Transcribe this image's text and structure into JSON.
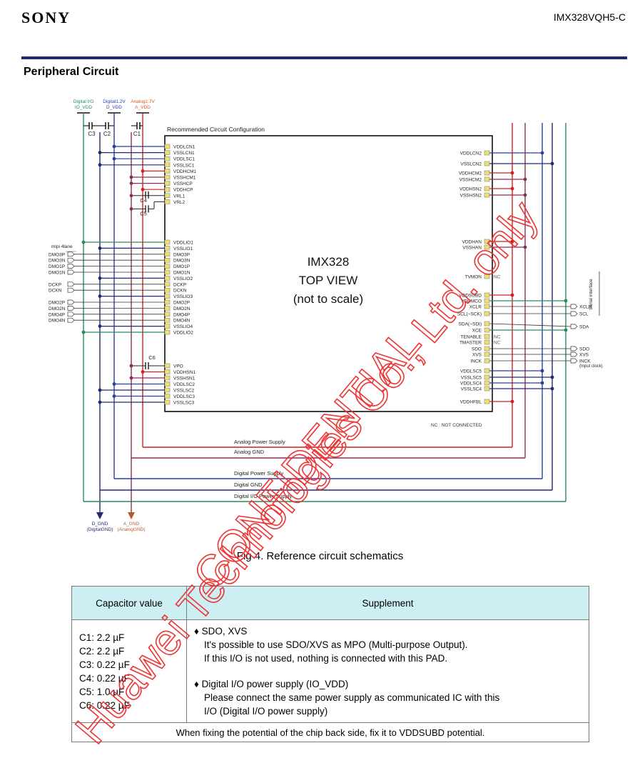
{
  "header": {
    "logo": "SONY",
    "doc_id": "IMX328VQH5-C",
    "section_title": "Peripheral Circuit"
  },
  "schematic": {
    "supply_labels": {
      "io": [
        "Digital I/O",
        "IO_VDD"
      ],
      "d": [
        "Digital1.2V",
        "D_VDD"
      ],
      "a": [
        "Analog2.7V",
        "A_VDD"
      ]
    },
    "capacitors": [
      "C3",
      "C2",
      "C1",
      "C4",
      "C5",
      "C6"
    ],
    "box_title": "Recommended Circuit Configuration",
    "chip_lines": [
      "IMX328",
      "TOP VIEW",
      "(not to scale)"
    ],
    "left_pins_top": [
      "VDDLCN1",
      "VSSLCN1",
      "VDDLSC1",
      "VSSLSC1",
      "VDDHCM1",
      "VSSHCM1",
      "VSSHCP",
      "VDDHCP",
      "VRL1",
      "VRL2"
    ],
    "left_pins_mid": [
      "VDDLIO1",
      "VSSLIO1",
      "DMO3P",
      "DMO3N",
      "DMO1P",
      "DMO1N",
      "VSSLIO2",
      "DCKP",
      "DCKN",
      "VSSLIO3",
      "DMO2P",
      "DMO2N",
      "DMO4P",
      "DMO4N",
      "VSSLIO4",
      "VDDLIO2"
    ],
    "left_pins_bot": [
      "VPO",
      "VDDHSN1",
      "VSSHSN1",
      "VDDLSC2",
      "VSSLSC2",
      "VDDLSC3",
      "VSSLSC3"
    ],
    "right_pins_top": [
      "VDDLCN2",
      "VSSLCN2",
      "VDDHCM2",
      "VSSHCM2",
      "VDDHSN2",
      "VSSHSN2"
    ],
    "right_pins_mid": [
      "VDDHAN",
      "VSSHAN",
      "TVMON",
      "VDDSUBD",
      "VDDMCO",
      "XCLR",
      "SCL(~SCK)",
      "SDA(~SDI)",
      "XCE",
      "TENABLE",
      "TMASTER",
      "SDO",
      "XVS",
      "INCK",
      "VDDLSC5",
      "VSSLSC5",
      "VDDLSC4",
      "VSSLSC4",
      "VDDHFBL"
    ],
    "nc_label": "NC",
    "mipi_title": "mipi 4lane",
    "mipi_outputs": [
      "DMO3P",
      "DMO3N",
      "DMO1P",
      "DMO1N",
      "DCKP",
      "DCKN",
      "DMO2P",
      "DMO2N",
      "DMO4P",
      "DMO4N"
    ],
    "serial_interface": "Serial interface",
    "ctrl_outputs": [
      "XCLR",
      "SCL",
      "SDA",
      "SDO",
      "XVS",
      "INCK"
    ],
    "inck_note": "(Input clock)",
    "nc_note": "NC : NOT CONNECTED",
    "rails": [
      "Analog Power Supply",
      "Analog GND",
      "Digital Power Supply",
      "Digital GND",
      "Digital I/O Power Supply"
    ],
    "grounds": {
      "d": [
        "D_GND",
        "(DigitalGND)"
      ],
      "a": [
        "A_GND",
        "(AnalogGND)"
      ]
    }
  },
  "figure_caption": "Fig 4. Reference circuit schematics",
  "table": {
    "headers": [
      "Capacitor value",
      "Supplement"
    ],
    "capacitor_values": [
      "C1: 2.2 µF",
      "C2: 2.2 µF",
      "C3: 0.22 µF",
      "C4: 0.22 µF",
      "C5: 1.0 µF",
      "C6: 0.22 µF"
    ],
    "supplement_1_title": "♦ SDO, XVS",
    "supplement_1_lines": [
      "It's possible to use SDO/XVS as MPO (Multi-purpose Output).",
      "If this I/O is not used, nothing is connected with this PAD."
    ],
    "supplement_2_title": "♦ Digital I/O power supply (IO_VDD)",
    "supplement_2_lines": [
      "Please connect the same power supply as communicated IC with this",
      "I/O (Digital I/O power supply)"
    ],
    "footer": "When fixing the potential of the chip back side, fix it to VDDSUBD potential."
  },
  "watermark": [
    "CONFIDENTIAL",
    "Huawei Technologies Co., Ltd. only"
  ],
  "colors": {
    "header_rule": "#1d2a6e",
    "analog_power": "#cc2222",
    "analog_gnd": "#8b2d5a",
    "digital_power": "#2a3fa0",
    "digital_gnd": "#222a70",
    "digital_io": "#2a8a5a",
    "watermark": "#ee3333",
    "table_header": "#cdeef3"
  }
}
